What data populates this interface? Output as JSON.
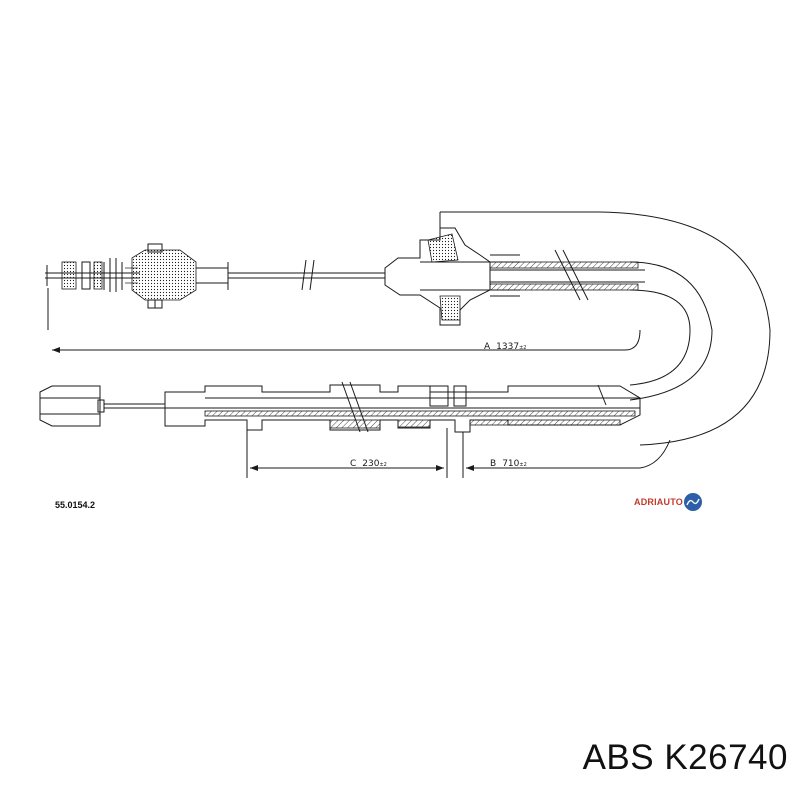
{
  "drawing": {
    "part_number": "55.0154.2",
    "dimensions": {
      "a": {
        "letter": "A",
        "value": "1337",
        "unit": "±2"
      },
      "b": {
        "letter": "B",
        "value": "710",
        "unit": "±2"
      },
      "c": {
        "letter": "C",
        "value": "230",
        "unit": "±2"
      }
    },
    "brand": "ADRIAUTO"
  },
  "caption": "ABS K26740",
  "colors": {
    "line": "#1a1a1a",
    "brand_red": "#c0392b",
    "brand_blue": "#2d5fa8"
  }
}
